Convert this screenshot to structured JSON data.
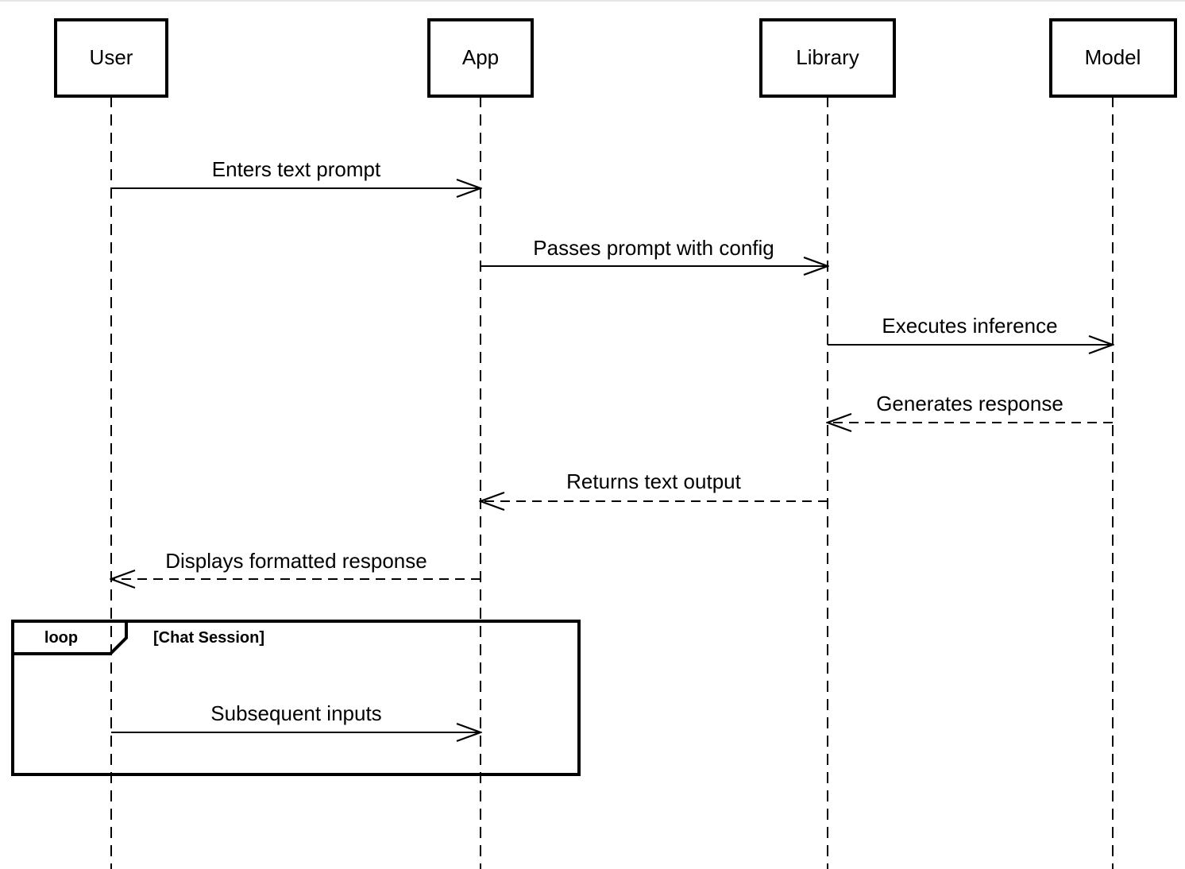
{
  "participants": [
    {
      "id": "user",
      "label": "User"
    },
    {
      "id": "app",
      "label": "App"
    },
    {
      "id": "library",
      "label": "Library"
    },
    {
      "id": "model",
      "label": "Model"
    }
  ],
  "messages": [
    {
      "id": "m1",
      "from": "user",
      "to": "app",
      "label": "Enters text prompt",
      "kind": "sync"
    },
    {
      "id": "m2",
      "from": "app",
      "to": "library",
      "label": "Passes prompt with config",
      "kind": "sync"
    },
    {
      "id": "m3",
      "from": "library",
      "to": "model",
      "label": "Executes inference",
      "kind": "sync"
    },
    {
      "id": "m4",
      "from": "model",
      "to": "library",
      "label": "Generates response",
      "kind": "return"
    },
    {
      "id": "m5",
      "from": "library",
      "to": "app",
      "label": "Returns text output",
      "kind": "return"
    },
    {
      "id": "m6",
      "from": "app",
      "to": "user",
      "label": "Displays formatted response",
      "kind": "return"
    },
    {
      "id": "m7",
      "from": "user",
      "to": "app",
      "label": "Subsequent inputs",
      "kind": "sync"
    }
  ],
  "loop_frame": {
    "operator": "loop",
    "guard": "[Chat Session]"
  },
  "colors": {
    "stroke": "#000000",
    "background": "#ffffff"
  }
}
